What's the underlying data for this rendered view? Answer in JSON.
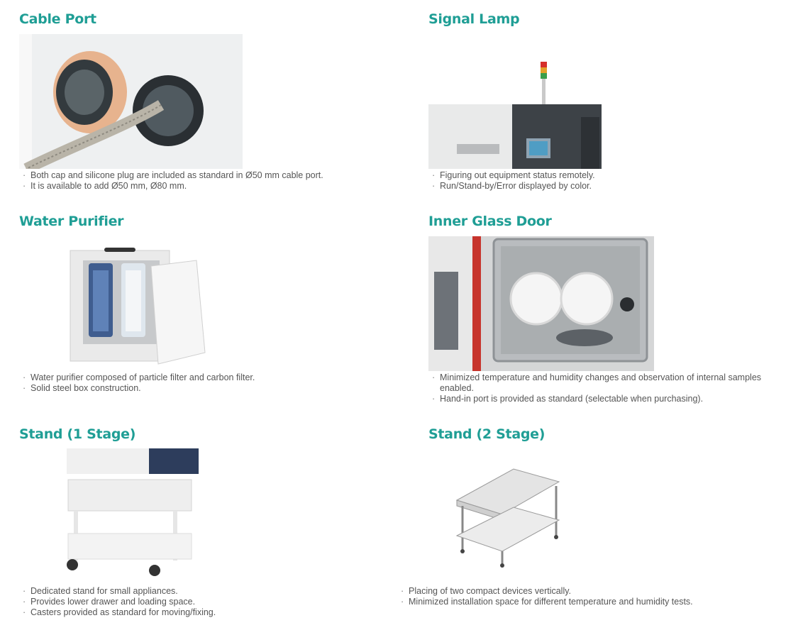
{
  "sections": {
    "cable_port": {
      "title": "Cable Port",
      "bullets": [
        "Both cap and silicone plug are included as standard in Ø50 mm cable port.",
        "It is available to add Ø50 mm, Ø80 mm."
      ]
    },
    "signal_lamp": {
      "title": "Signal Lamp",
      "bullets": [
        "Figuring out equipment status remotely.",
        "Run/Stand-by/Error displayed by color."
      ]
    },
    "water_purifier": {
      "title": "Water Purifier",
      "bullets": [
        "Water purifier composed of particle filter and carbon filter.",
        "Solid steel box construction."
      ]
    },
    "inner_glass_door": {
      "title": "Inner Glass Door",
      "bullets": [
        "Minimized temperature and humidity changes and observation of internal samples enabled.",
        "Hand-in port is provided as standard (selectable when purchasing)."
      ]
    },
    "stand_1": {
      "title": "Stand (1 Stage)",
      "bullets": [
        "Dedicated stand for small appliances.",
        "Provides lower drawer and loading space.",
        "Casters provided as standard for moving/fixing."
      ]
    },
    "stand_2": {
      "title": "Stand (2 Stage)",
      "bullets": [
        "Placing of two compact devices vertically.",
        "Minimized installation space for different temperature and humidity tests."
      ]
    }
  },
  "colors": {
    "title": "#1f9e95",
    "bullet_text": "#555555"
  }
}
